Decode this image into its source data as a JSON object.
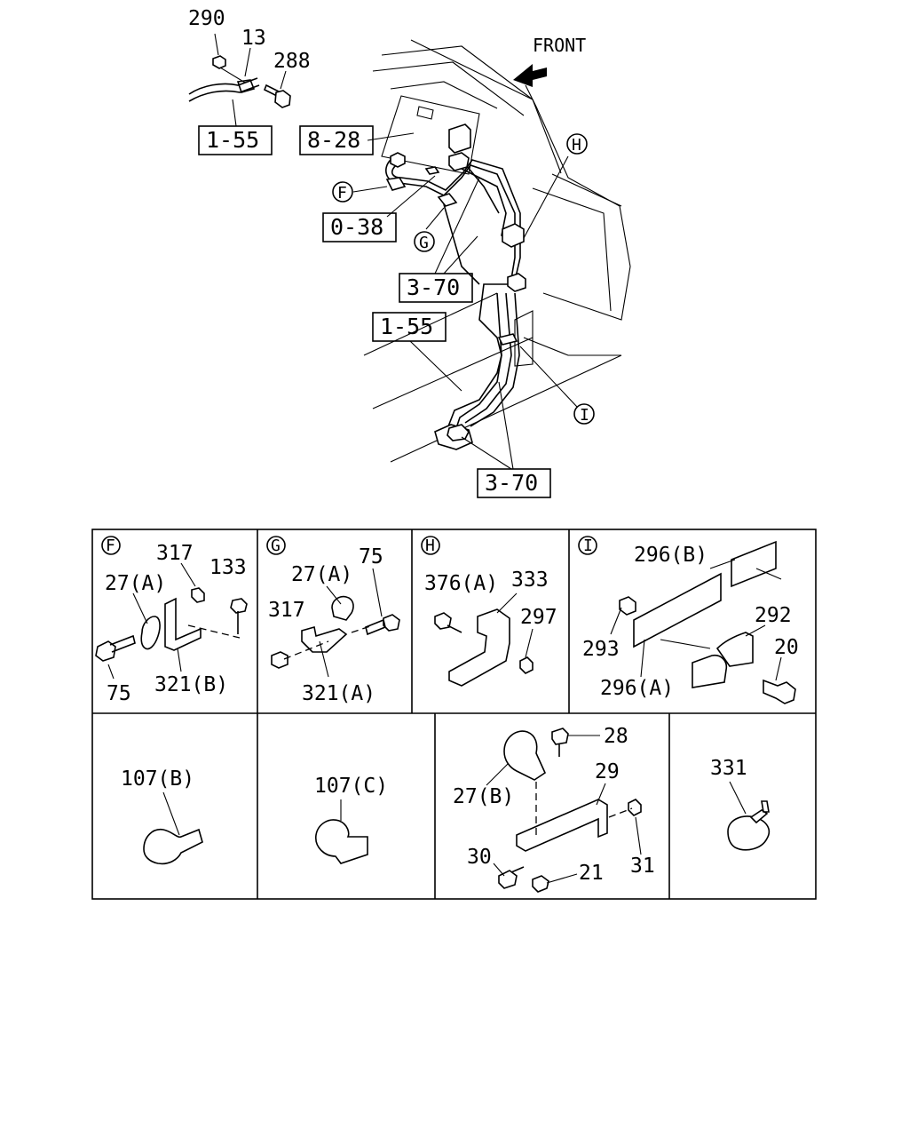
{
  "header": {
    "front_label": "FRONT"
  },
  "main": {
    "callouts": {
      "c290": "290",
      "c13": "13",
      "c288": "288"
    },
    "refs": {
      "r1": "1-55",
      "r2": "8-28",
      "r3": "0-38",
      "r4": "3-70",
      "r5": "1-55",
      "r6": "3-70"
    },
    "markers": {
      "F": "F",
      "G": "G",
      "H": "H",
      "I": "I"
    }
  },
  "details": {
    "F": {
      "marker": "F",
      "labels": [
        "317",
        "133",
        "27(A)",
        "75",
        "321(B)"
      ]
    },
    "G": {
      "marker": "G",
      "labels": [
        "27(A)",
        "75",
        "317",
        "321(A)"
      ]
    },
    "H": {
      "marker": "H",
      "labels": [
        "376(A)",
        "333",
        "297"
      ]
    },
    "I": {
      "marker": "I",
      "labels": [
        "296(B)",
        "293",
        "292",
        "20",
        "296(A)"
      ]
    },
    "B107": {
      "labels": [
        "107(B)"
      ]
    },
    "C107": {
      "labels": [
        "107(C)"
      ]
    },
    "S27B": {
      "labels": [
        "28",
        "29",
        "27(B)",
        "30",
        "21",
        "31"
      ]
    },
    "S331": {
      "labels": [
        "331"
      ]
    }
  }
}
